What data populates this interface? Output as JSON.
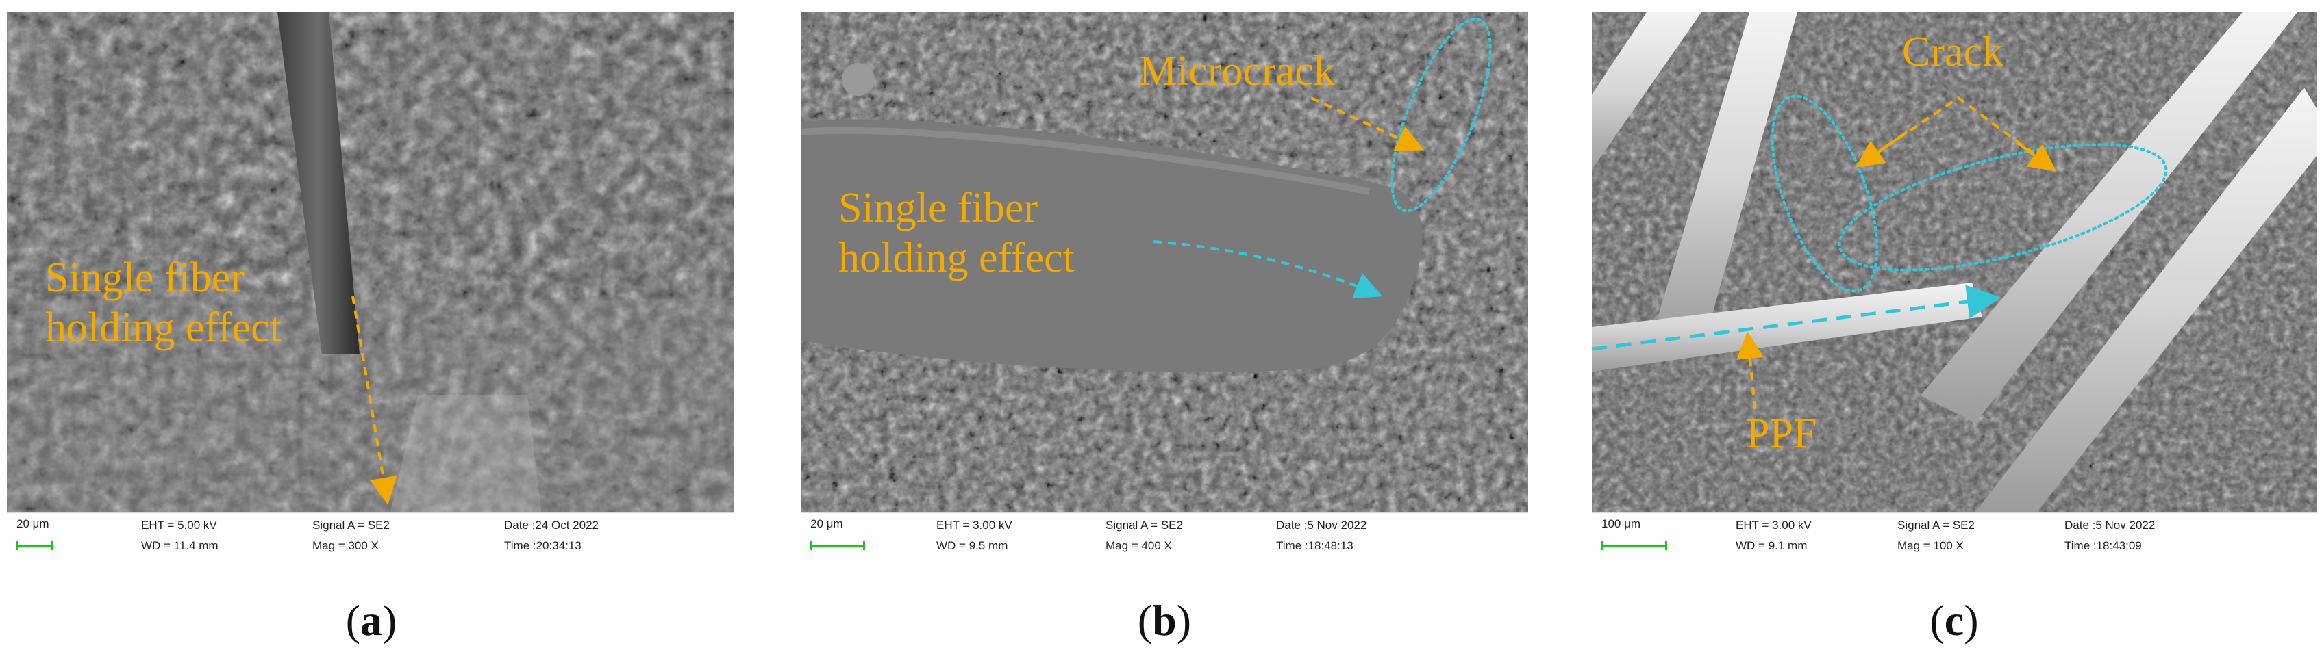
{
  "colors": {
    "annotation_orange": "#f2a900",
    "annotation_cyan": "#33c6d6",
    "scale_bar_green": "#19c819"
  },
  "panels": {
    "a": {
      "caption": "a",
      "annotations": {
        "holding_line1": "Single fiber",
        "holding_line2": "holding effect"
      },
      "databar": {
        "scale": "20 μm",
        "eht": "EHT = 5.00 kV",
        "wd": "WD = 11.4 mm",
        "signal": "Signal A = SE2",
        "mag": "Mag =   300 X",
        "date": "Date :24 Oct 2022",
        "time": "Time :20:34:13"
      }
    },
    "b": {
      "caption": "b",
      "annotations": {
        "microcrack": "Microcrack",
        "holding_line1": "Single fiber",
        "holding_line2": "holding effect"
      },
      "databar": {
        "scale": "20 μm",
        "eht": "EHT = 3.00 kV",
        "wd": "WD = 9.5 mm",
        "signal": "Signal A = SE2",
        "mag": "Mag =   400 X",
        "date": "Date :5 Nov 2022",
        "time": "Time :18:48:13"
      }
    },
    "c": {
      "caption": "c",
      "annotations": {
        "crack": "Crack",
        "ppf": "PPF"
      },
      "databar": {
        "scale": "100 μm",
        "eht": "EHT = 3.00 kV",
        "wd": "WD = 9.1 mm",
        "signal": "Signal A = SE2",
        "mag": "Mag =   100 X",
        "date": "Date :5 Nov 2022",
        "time": "Time :18:43:09"
      }
    }
  }
}
